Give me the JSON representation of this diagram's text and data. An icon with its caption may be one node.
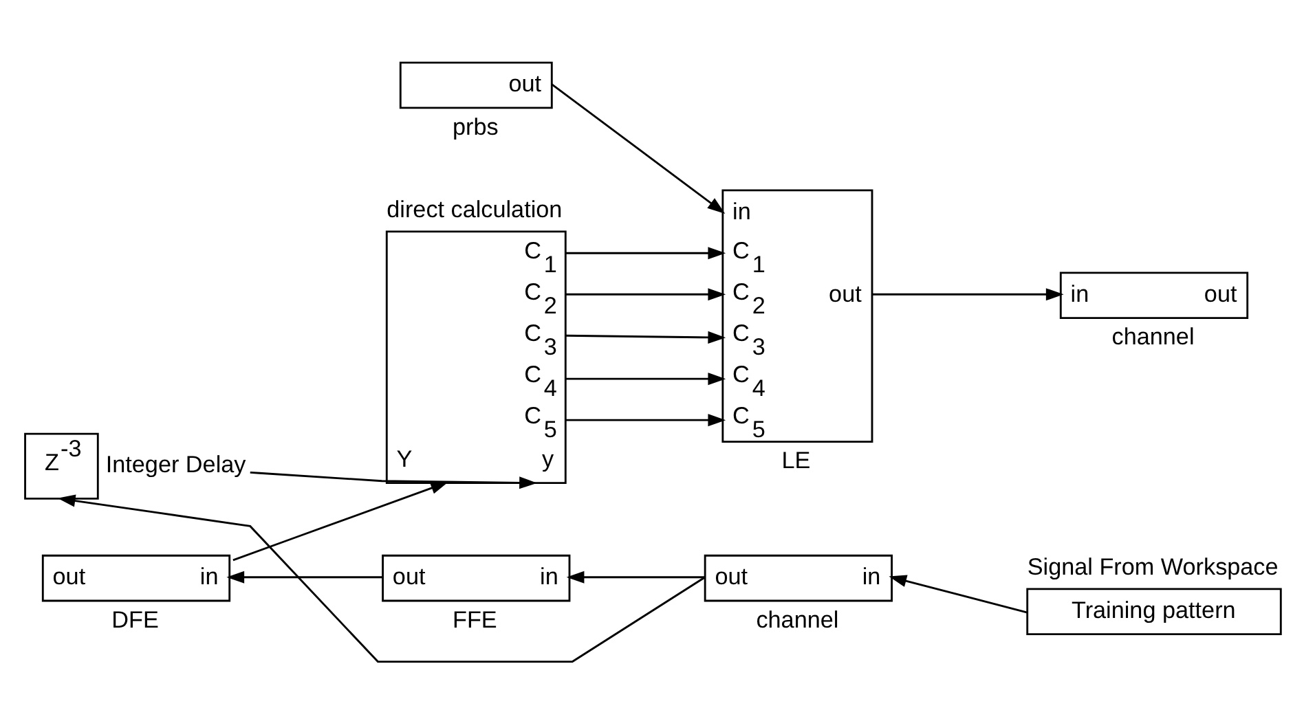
{
  "diagram": {
    "nodes": [
      {
        "text": [
          "out"
        ],
        "beside": [
          "prbs"
        ]
      },
      {
        "text": [
          "in",
          "C$_{1}$",
          "C$_{2}$",
          "C$_{3}$",
          "C$_{4}$",
          "C$_{5}$",
          "out"
        ],
        "beside": [
          "LE"
        ]
      },
      {
        "text": [
          "in",
          "out"
        ],
        "beside": [
          "channel"
        ]
      },
      {
        "text": [
          "C$_{1}$",
          "C$_{2}$",
          "C$_{3}$",
          "C$_{4}$",
          "C$_{5}$",
          "Y",
          "y"
        ],
        "beside": [
          "direct calculation"
        ]
      },
      {
        "text": [
          "Z$^{-3}$"
        ],
        "beside": [
          "Integer Delay"
        ]
      },
      {
        "text": [
          "out",
          "in"
        ],
        "beside": [
          "DFE"
        ]
      },
      {
        "text": [
          "out",
          "in"
        ],
        "beside": [
          "FFE"
        ]
      },
      {
        "text": [
          "out",
          "in"
        ],
        "beside": [
          "channel"
        ]
      },
      {
        "text": [
          "Training pattern"
        ],
        "beside": [
          "Signal From Workspace"
        ]
      }
    ],
    "edges": [
      {
        "from": 0,
        "to": 1,
        "arrow": "to"
      },
      {
        "from": 3,
        "to": 1,
        "arrow": "to"
      },
      {
        "from": 3,
        "to": 1,
        "arrow": "to"
      },
      {
        "from": 3,
        "to": 1,
        "arrow": "to"
      },
      {
        "from": 3,
        "to": 1,
        "arrow": "to"
      },
      {
        "from": 3,
        "to": 1,
        "arrow": "to"
      },
      {
        "from": 1,
        "to": 2,
        "arrow": "to"
      },
      {
        "from": 8,
        "to": 7,
        "arrow": "to"
      },
      {
        "from": 7,
        "to": 6,
        "arrow": "to"
      },
      {
        "from": 7,
        "to": 4,
        "arrow": "to"
      },
      {
        "from": 6,
        "to": 5,
        "arrow": "to"
      },
      {
        "from": 4,
        "to": 3,
        "arrow": "to"
      },
      {
        "from": 5,
        "to": 3,
        "arrow": "to"
      }
    ]
  }
}
